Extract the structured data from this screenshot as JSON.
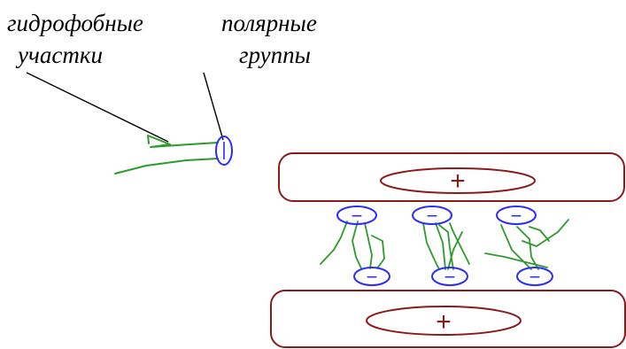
{
  "labels": {
    "hydrophobic_line1": "гидрофобные",
    "hydrophobic_line2": "участки",
    "polar_line1": "полярные",
    "polar_line2": "группы"
  },
  "symbols": {
    "plus": "+",
    "minus": "−"
  },
  "colors": {
    "plate": "#8b1a1a",
    "tail": "#2e9a2e",
    "head": "#2b2bff",
    "text": "#000000",
    "leader": "#000000"
  }
}
